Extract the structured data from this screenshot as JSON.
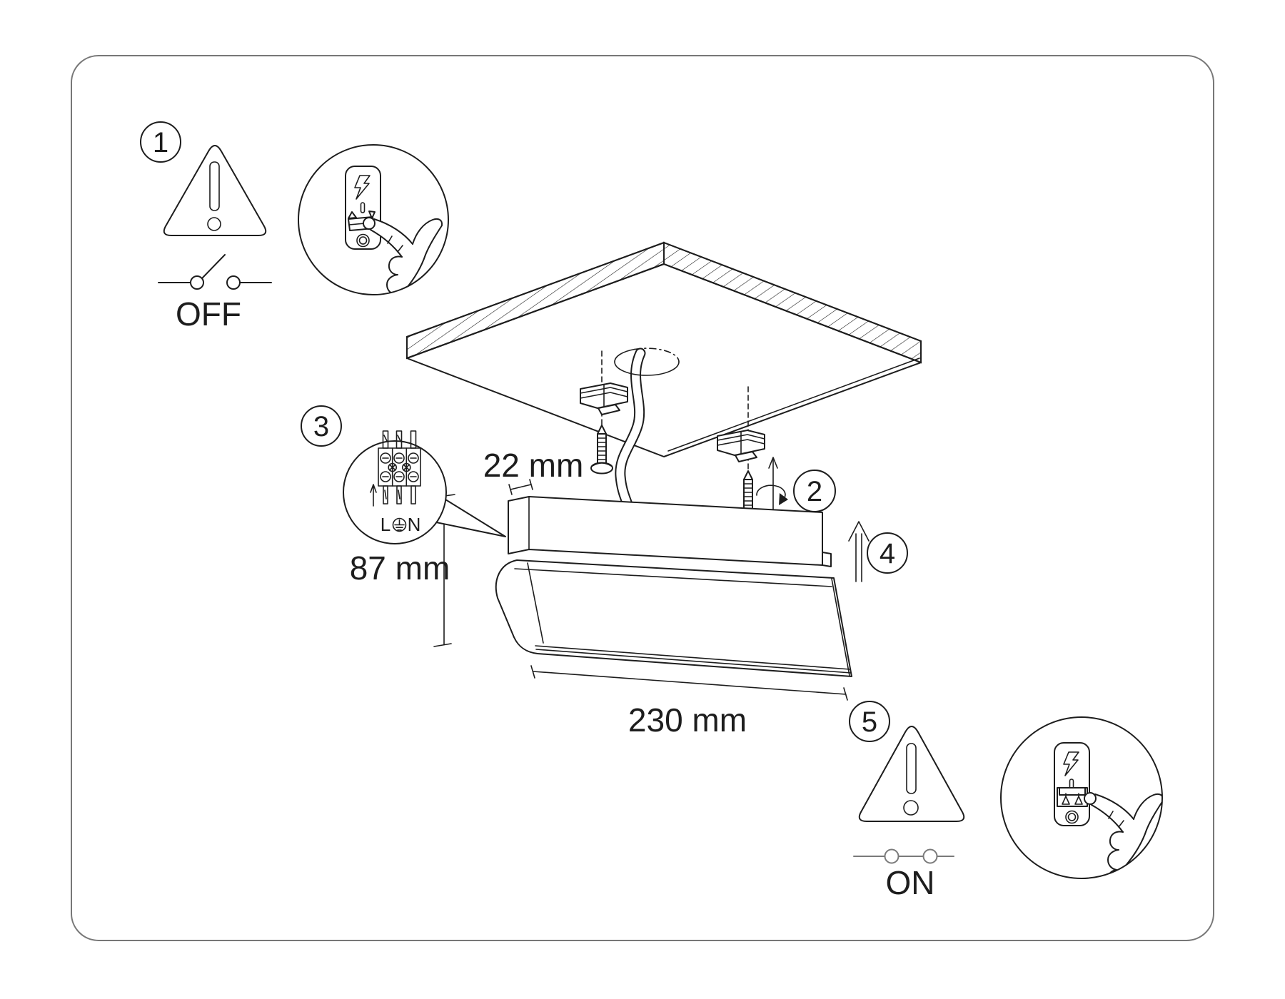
{
  "page": {
    "background": "#ffffff",
    "line_color": "#1d1d1d",
    "muted_line_color": "#7a7a7a"
  },
  "steps": {
    "step1": {
      "number": "1",
      "switch_label": "OFF",
      "icons": [
        "warning-triangle-icon",
        "switch-open-symbol-icon",
        "wall-switch-off-detail",
        "lightning-icon",
        "hand-icon"
      ]
    },
    "step2": {
      "number": "2",
      "icons": [
        "wall-plug-icon",
        "screw-icon",
        "rotate-screw-arrow-icon"
      ]
    },
    "step3": {
      "number": "3",
      "terminal": {
        "live_label": "L",
        "neutral_label": "N",
        "earth_icon": "earth-ground-icon",
        "insert_arrow_icon": "up-arrow-icon"
      }
    },
    "step4": {
      "number": "4",
      "icons": [
        "lift-up-arrow-icon"
      ]
    },
    "step5": {
      "number": "5",
      "switch_label": "ON",
      "icons": [
        "warning-triangle-icon",
        "switch-closed-symbol-icon",
        "wall-switch-on-detail",
        "lightning-icon",
        "hand-icon"
      ]
    }
  },
  "dimensions": {
    "recess_depth": "22 mm",
    "fixture_height": "87 mm",
    "fixture_length": "230 mm"
  },
  "scene": {
    "parts": [
      "ceiling-panel",
      "cable-hole",
      "power-cable",
      "wall-plug-anchors",
      "mounting-screws",
      "fixture-canopy",
      "fixture-light-bar",
      "terminal-block-detail"
    ]
  }
}
